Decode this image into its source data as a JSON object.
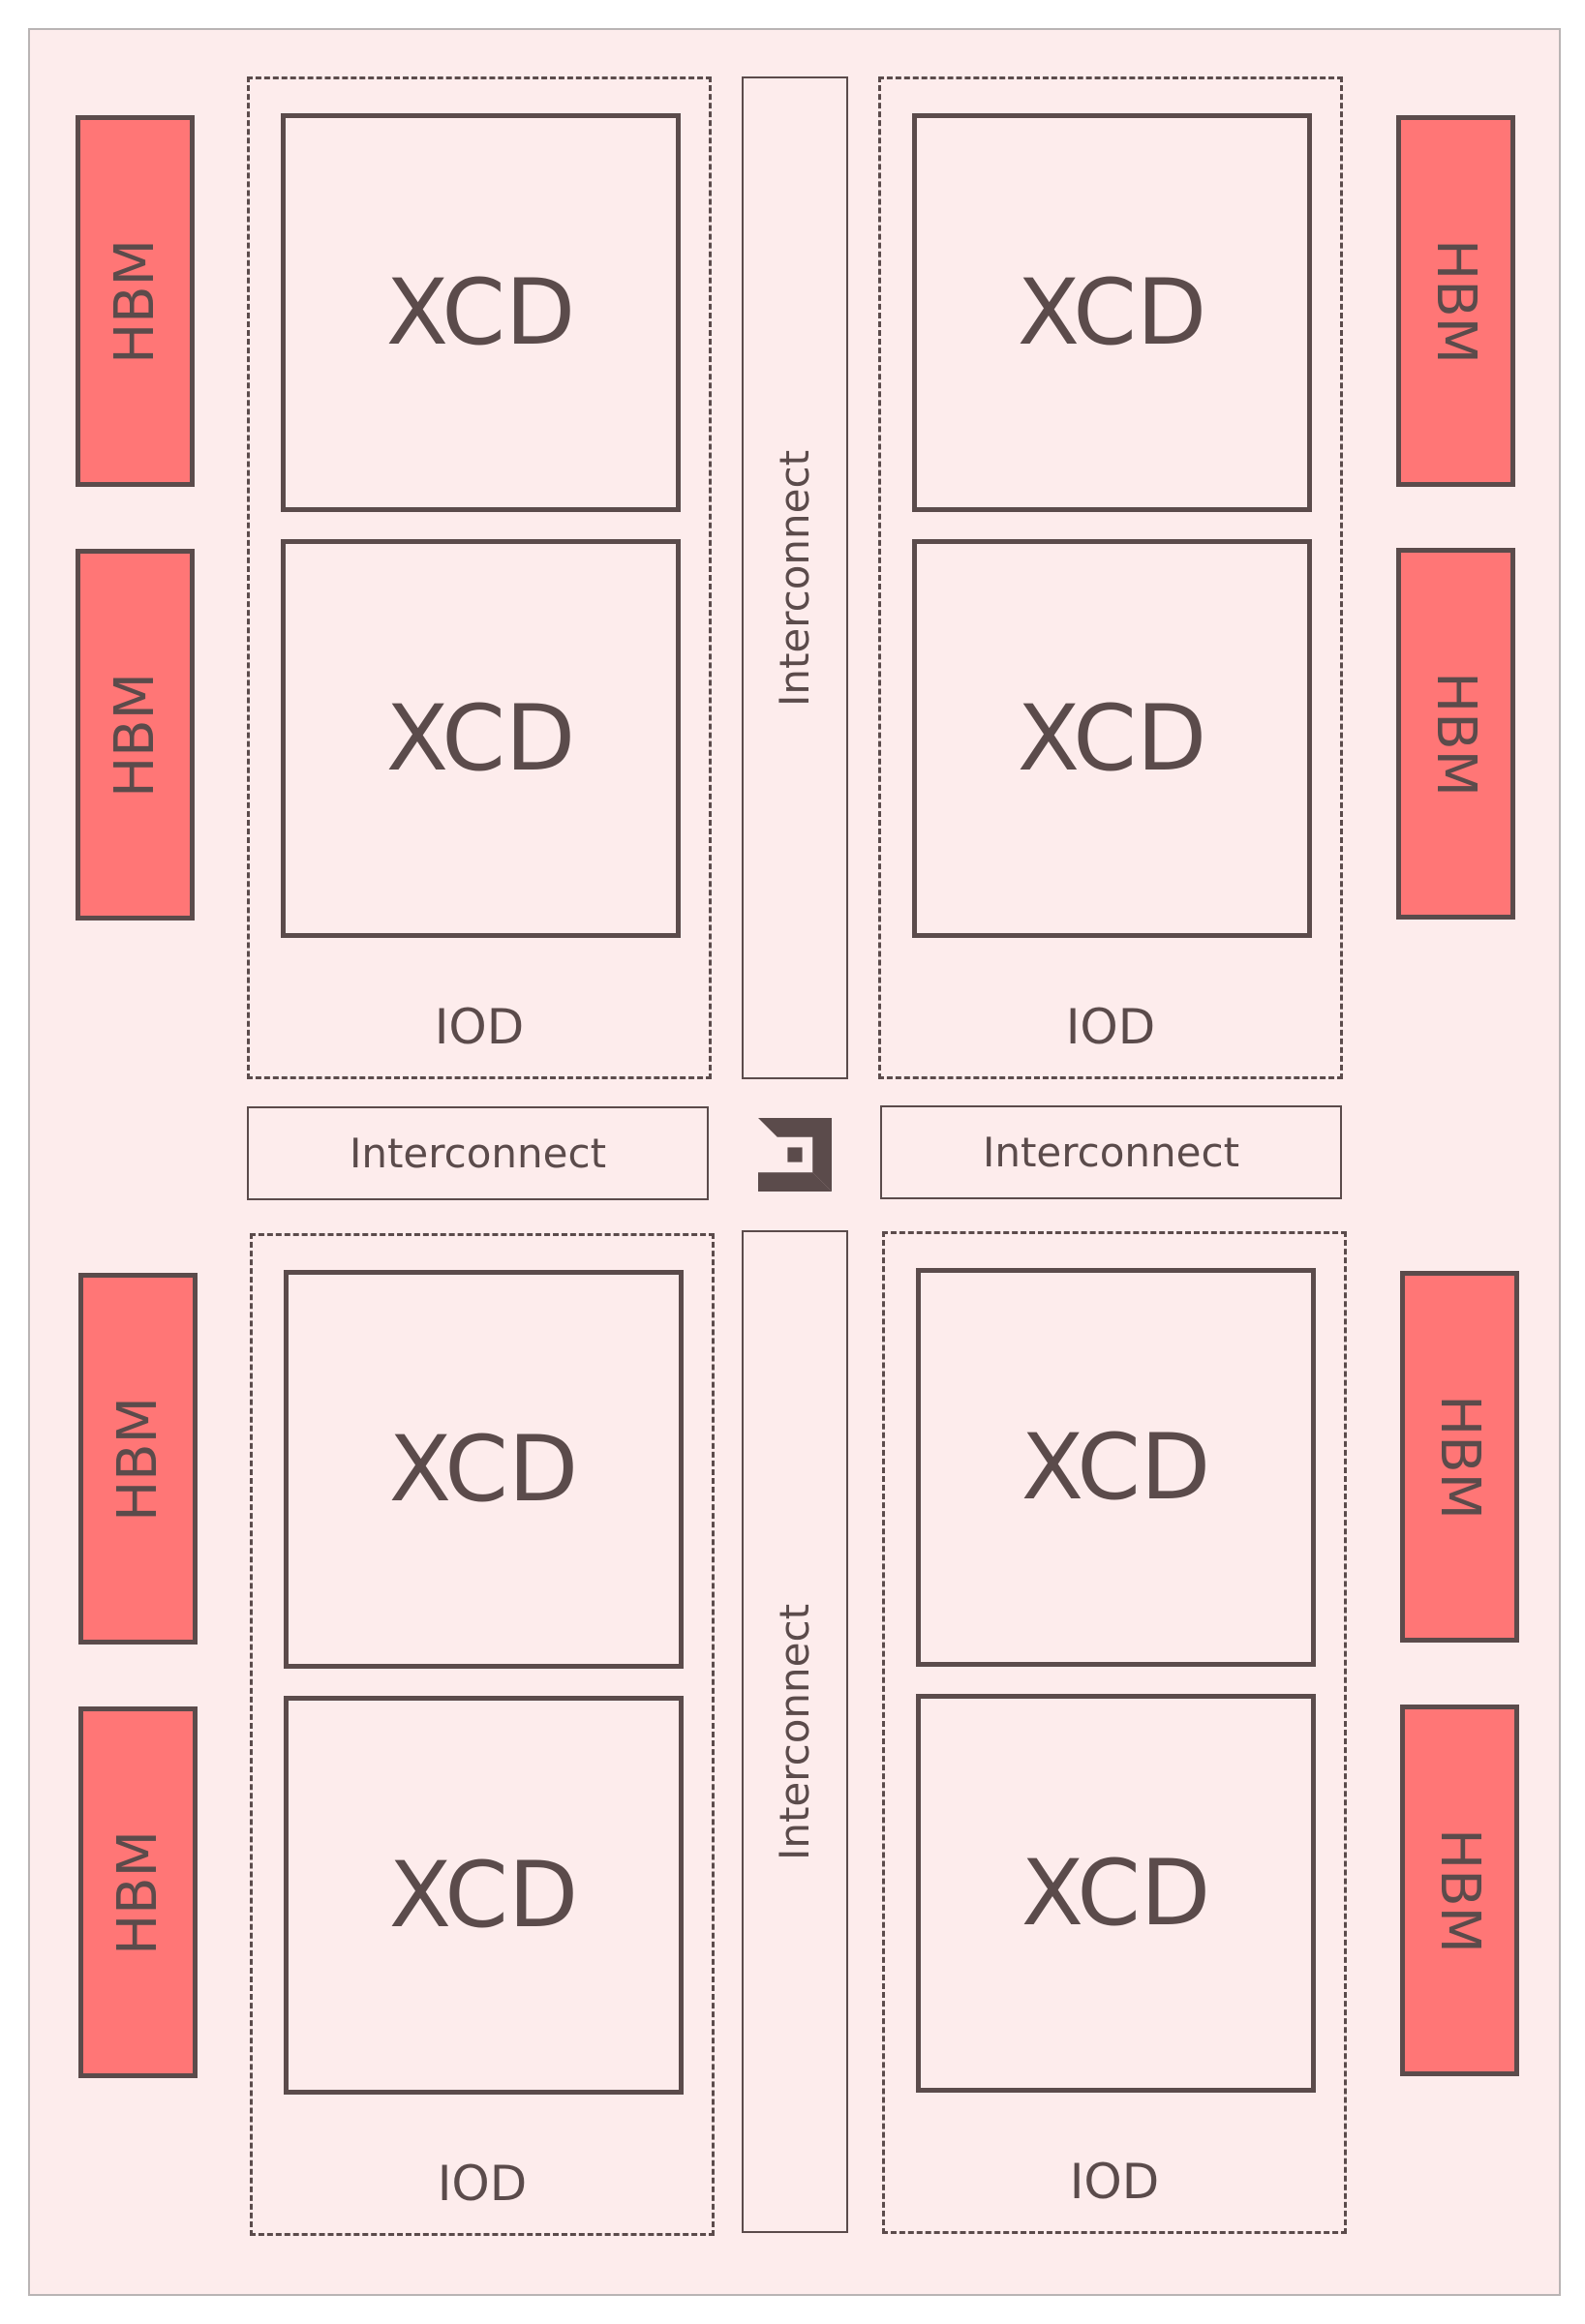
{
  "colors": {
    "package_bg": "#fdecec",
    "package_border": "#b9b4b4",
    "stroke": "#5b4b4b",
    "hbm_fill": "#ff7676"
  },
  "labels": {
    "xcd": "XCD",
    "iod": "IOD",
    "interconnect": "Interconnect",
    "hbm": "HBM"
  },
  "logo": {
    "icon": "amd-logo-icon"
  }
}
